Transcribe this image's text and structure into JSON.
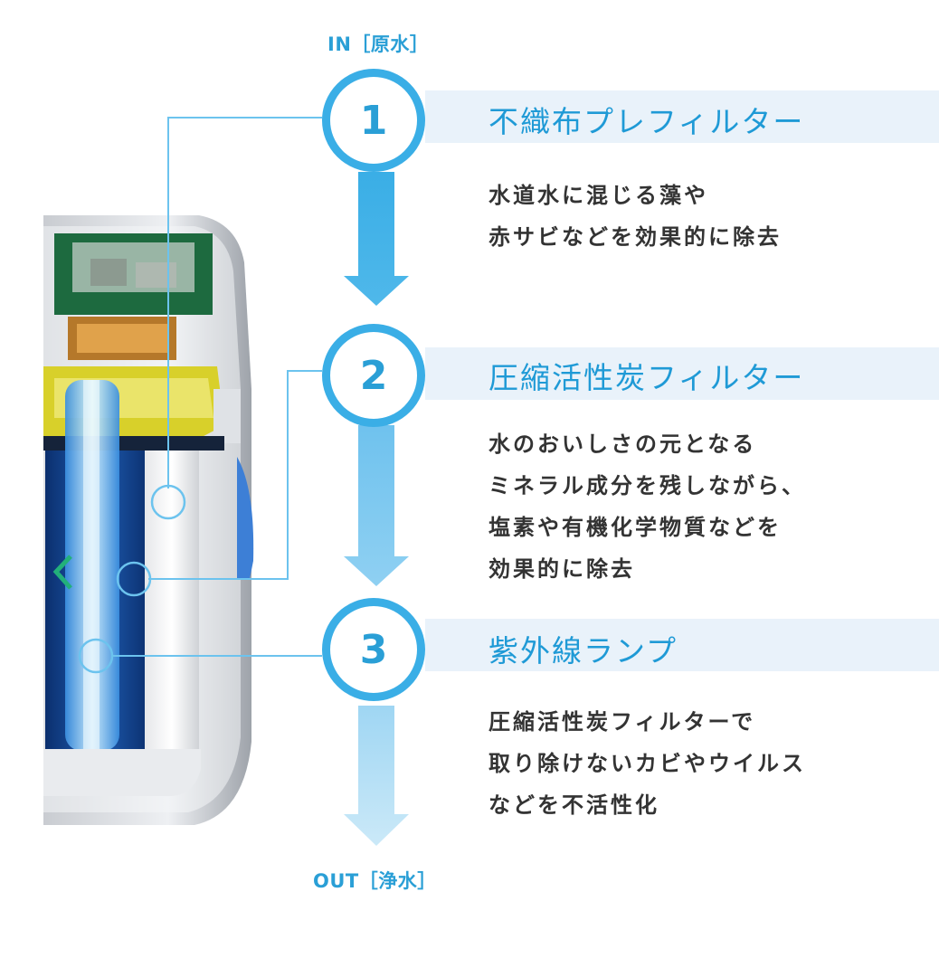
{
  "flow": {
    "in_label": "IN［原水］",
    "out_label": "OUT［浄水］"
  },
  "colors": {
    "accent": "#2a9fd6",
    "circle": "#3aaee6",
    "band": "#e9f2fa",
    "text": "#333333"
  },
  "steps": [
    {
      "number": "1",
      "title": "不織布プレフィルター",
      "lines": [
        "水道水に混じる藻や",
        "赤サビなどを効果的に除去"
      ]
    },
    {
      "number": "2",
      "title": "圧縮活性炭フィルター",
      "lines": [
        "水のおいしさの元となる",
        "ミネラル成分を残しながら、",
        "塩素や有機化学物質などを",
        "効果的に除去"
      ]
    },
    {
      "number": "3",
      "title": "紫外線ランプ",
      "lines": [
        "圧縮活性炭フィルターで",
        "取り除けないカビやウイルス",
        "などを不活性化"
      ]
    }
  ]
}
